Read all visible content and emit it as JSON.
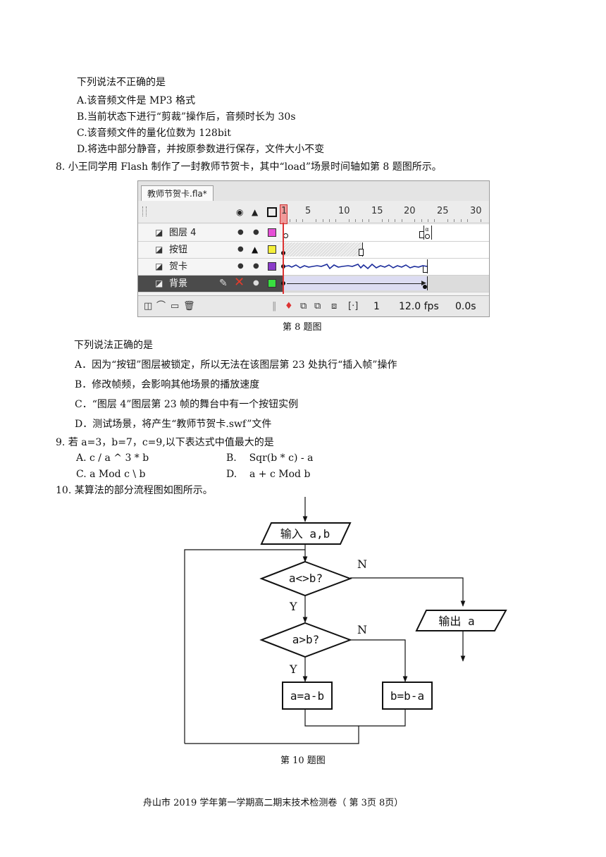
{
  "q7": {
    "prompt": "下列说法不正确的是",
    "options": [
      "A.该音频文件是 MP3 格式",
      "B.当前状态下进行“剪裁”操作后，音频时长为 30s",
      "C.该音频文件的量化位数为 128bit",
      "D.将选中部分静音，并按原参数进行保存，文件大小不变"
    ]
  },
  "q8": {
    "stem": "8. 小王同学用 Flash 制作了一封教师节贺卡，其中“load”场景时间轴如第 8 题图所示。",
    "figure_caption": "第 8 题图",
    "prompt": "下列说法正确的是",
    "options": [
      "A．因为“按钮”图层被锁定，所以无法在该图层第 23 处执行“插入帧”操作",
      "B．修改帧频，会影响其他场景的播放速度",
      "C．“图层  4”图层第 23 帧的舞台中有一个按钮实例",
      "D．测试场景，将产生“教师节贺卡.swf”文件"
    ]
  },
  "timeline": {
    "tab_label": "教师节贺卡.fla*",
    "ruler_labels": [
      "1",
      "5",
      "10",
      "15",
      "20",
      "25",
      "30"
    ],
    "layers": [
      {
        "name": "图层 4",
        "color": "#e64fd6",
        "locked": false,
        "selected": false
      },
      {
        "name": "按钮",
        "color": "#f4ef3a",
        "locked": true,
        "selected": false
      },
      {
        "name": "贺卡",
        "color": "#8a3bc9",
        "locked": false,
        "selected": false
      },
      {
        "name": "背景",
        "color": "#39e040",
        "locked": false,
        "selected": true
      }
    ],
    "frame_label_glyph": "α",
    "status": {
      "current_frame": "1",
      "frame_rate": "12.0 fps",
      "elapsed_time": "0.0s"
    }
  },
  "q9": {
    "stem": "9. 若 a=3，b=7，c=9,以下表达式中值最大的是",
    "options": [
      {
        "label": "A.",
        "expr": "c / a ^ 3 * b"
      },
      {
        "label": "B.",
        "expr": "Sqr(b * c) - a"
      },
      {
        "label": "C.",
        "expr": "a Mod c \\ b"
      },
      {
        "label": "D.",
        "expr": "a + c Mod b"
      }
    ]
  },
  "q10": {
    "stem": "10. 某算法的部分流程图如图所示。",
    "figure_caption": "第 10 题图",
    "flowchart": {
      "input": "输入 a,b",
      "cond1": "a<>b?",
      "cond2": "a>b?",
      "yes": "Y",
      "no": "N",
      "process_true": "a=a-b",
      "process_false": "b=b-a",
      "output": "输出 a"
    }
  },
  "footer": "舟山市 2019 学年第一学期高二期末技术检测卷（ 第 3页  8页）"
}
